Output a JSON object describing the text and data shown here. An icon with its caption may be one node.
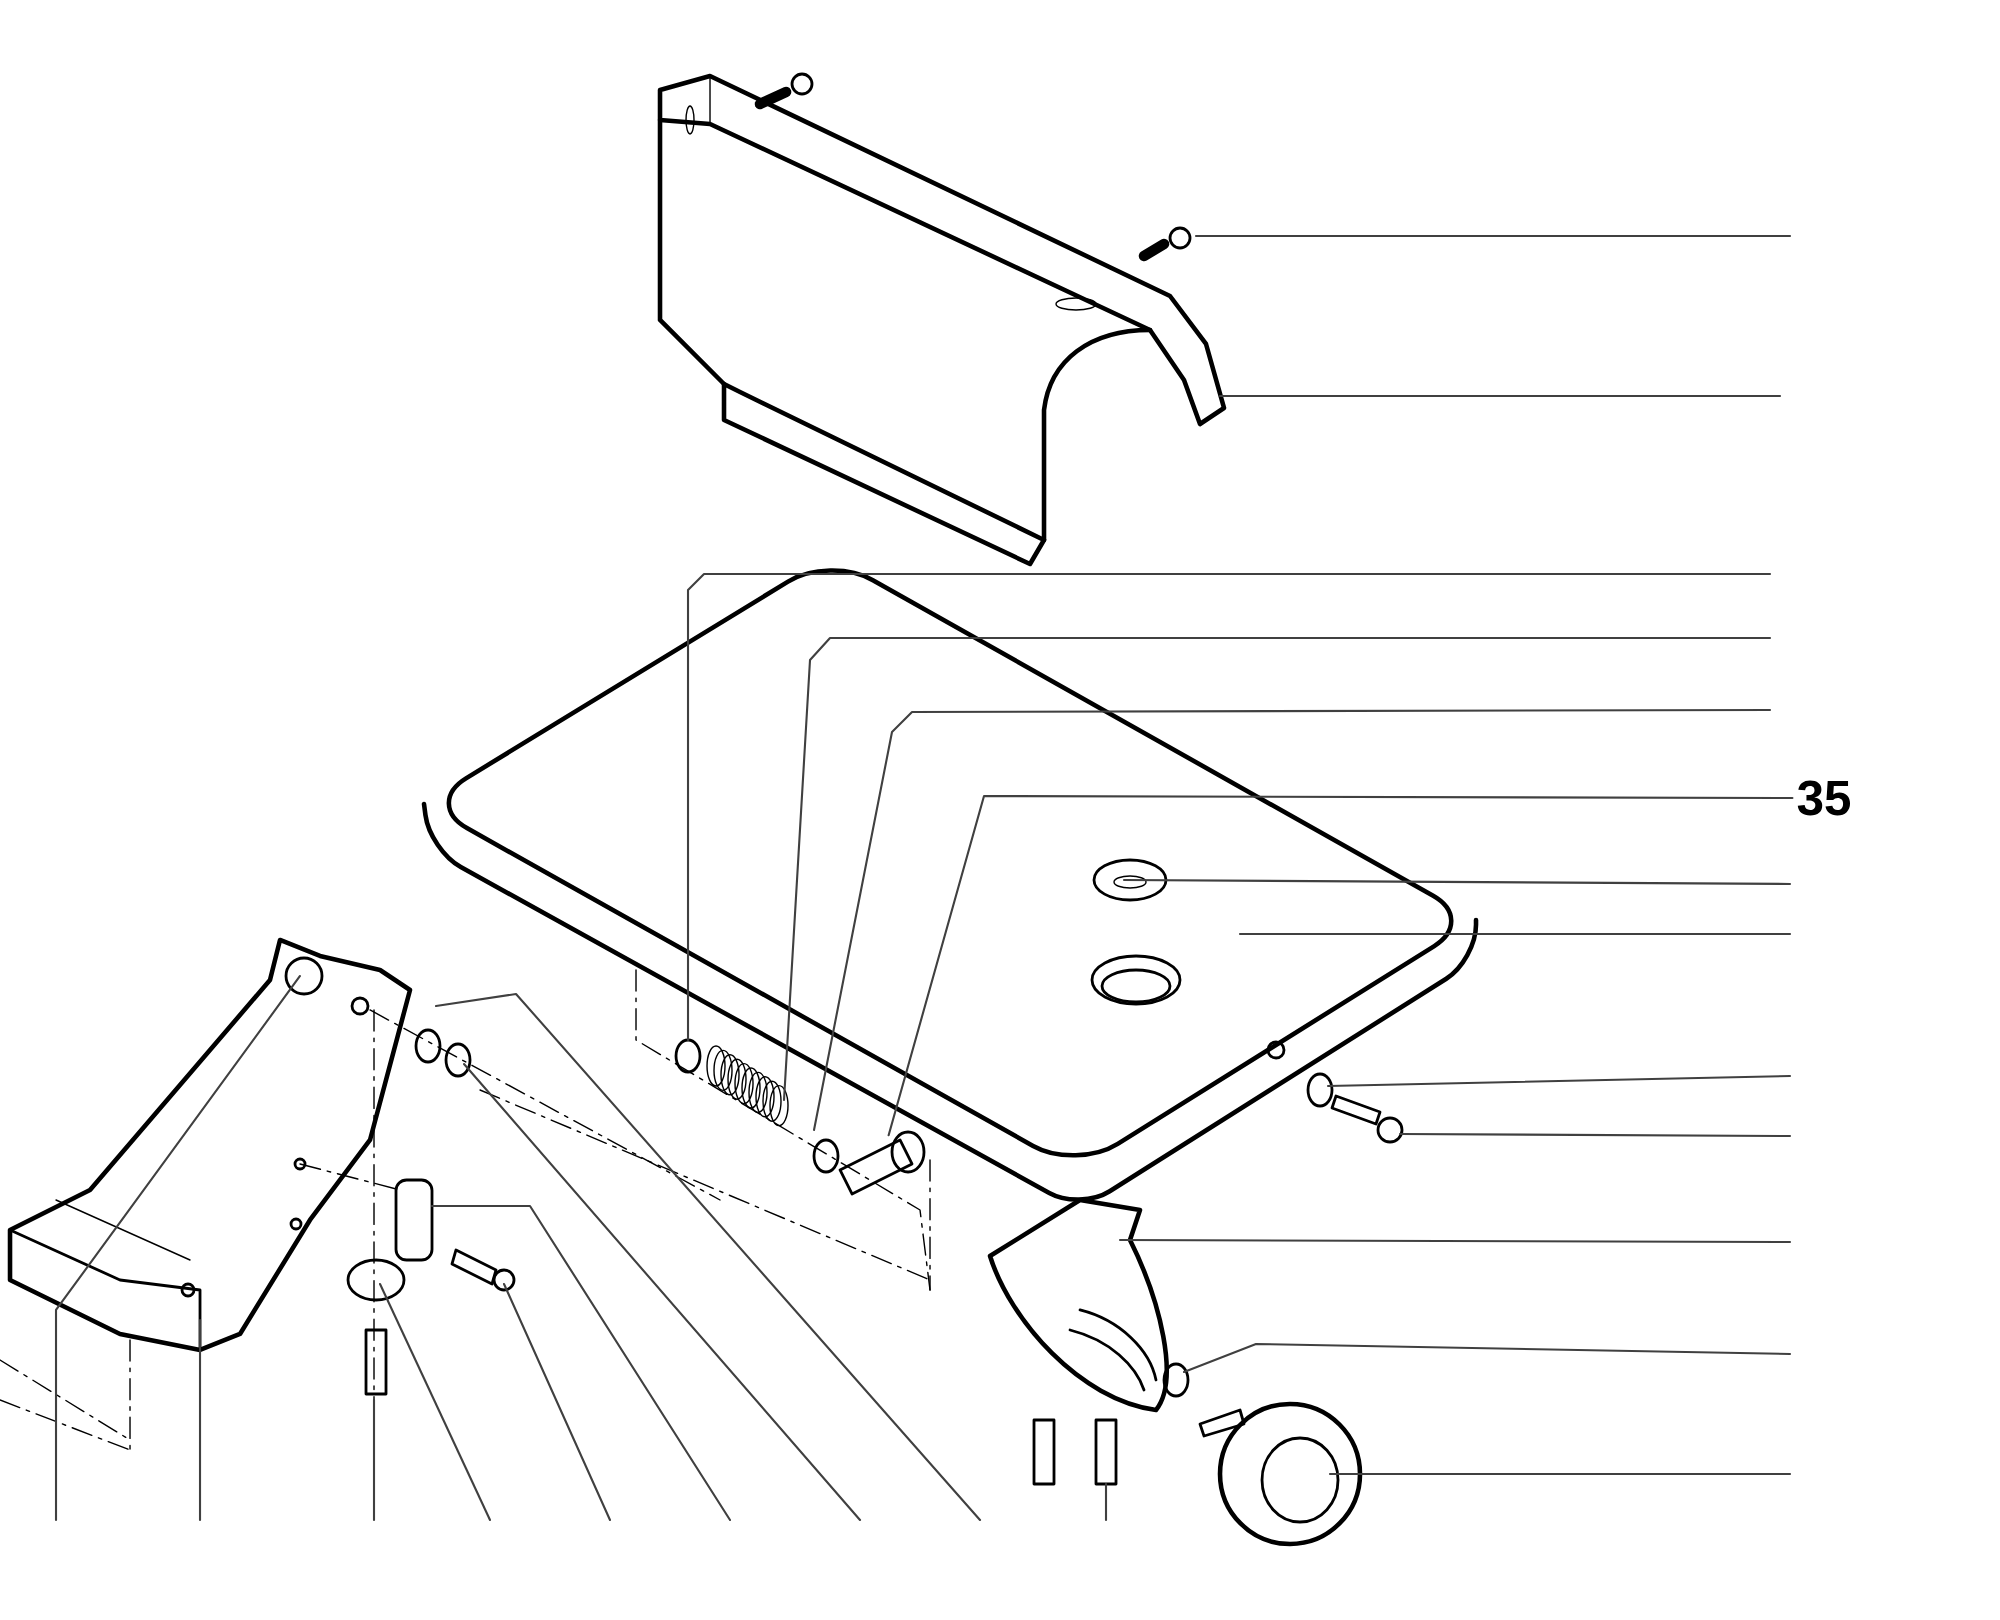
{
  "diagram": {
    "nodes": [
      {
        "text": [
          "35"
        ]
      },
      {
        "text": [],
        "shape": "picture"
      }
    ],
    "edges": [
      {
        "from": 0,
        "to": 1,
        "arrow": "none"
      }
    ]
  }
}
